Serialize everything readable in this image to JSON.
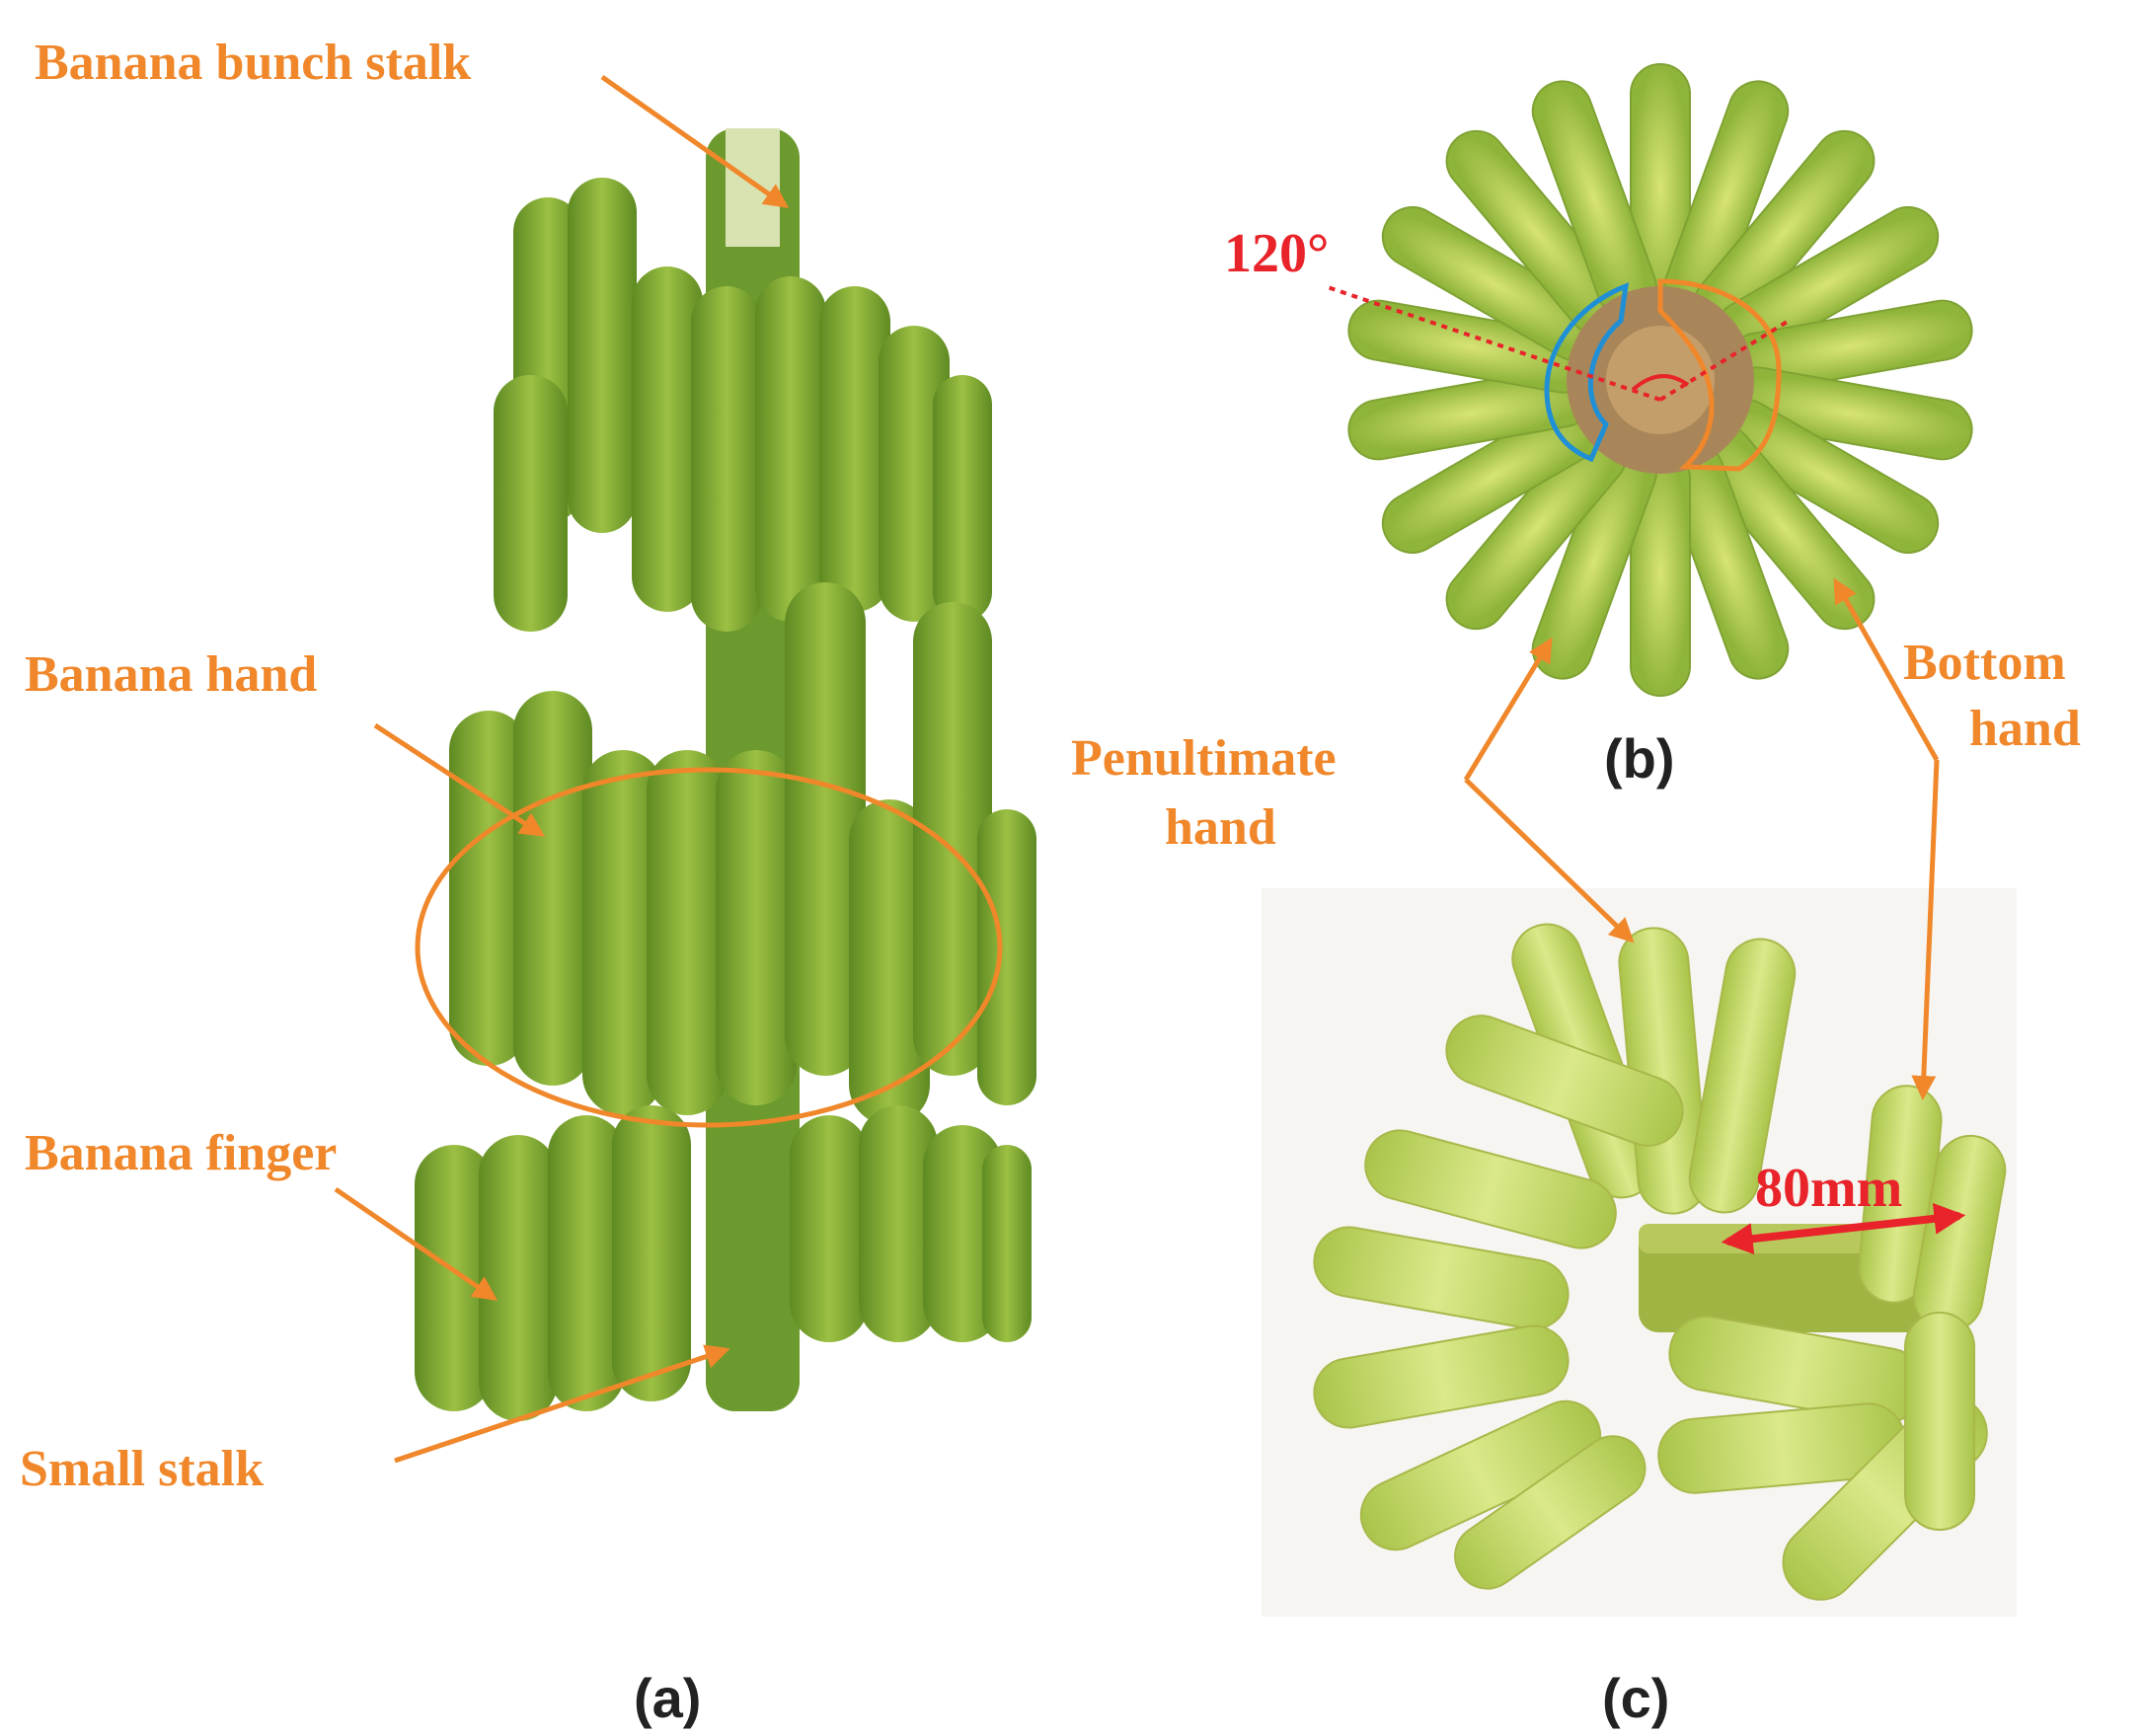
{
  "panels": {
    "a": {
      "caption": "(a)"
    },
    "b": {
      "caption": "(b)"
    },
    "c": {
      "caption": "(c)"
    }
  },
  "labels": {
    "bunch_stalk": "Banana bunch stalk",
    "hand": "Banana hand",
    "finger": "Banana finger",
    "small_stalk": "Small stalk",
    "penultimate_line1": "Penultimate",
    "penultimate_line2": "hand",
    "bottom_line1": "Bottom",
    "bottom_line2": "hand",
    "angle": "120°",
    "distance": "80mm"
  },
  "colors": {
    "label_orange": "#f0872a",
    "measure_red": "#e8232a",
    "outline_blue": "#1f8fd6",
    "banana_dark": "#6f9a2a",
    "banana_mid": "#8fb43a",
    "banana_light": "#c8dc6a",
    "stalk_brown": "#a9865a",
    "caption_black": "#222222"
  }
}
